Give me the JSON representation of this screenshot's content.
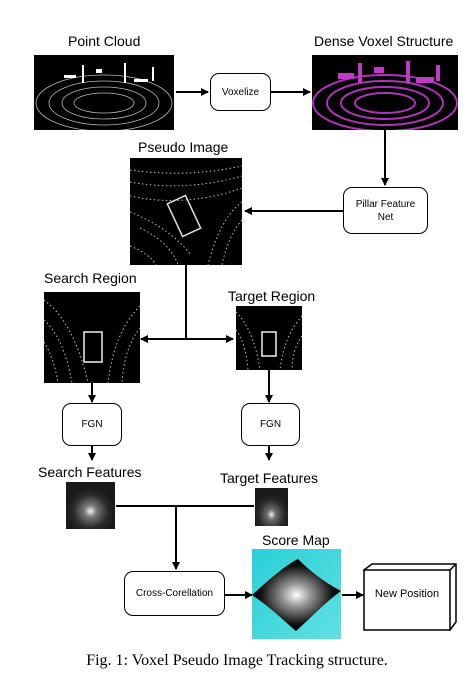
{
  "labels": {
    "point_cloud": "Point Cloud",
    "dense_voxel": "Dense Voxel Structure",
    "pseudo_image": "Pseudo Image",
    "search_region": "Search Region",
    "target_region": "Target Region",
    "search_features": "Search Features",
    "target_features": "Target Features",
    "score_map": "Score Map"
  },
  "boxes": {
    "voxelize": "Voxelize",
    "pillar_line1": "Pillar Feature",
    "pillar_line2": "Net",
    "fgn_search": "FGN",
    "fgn_target": "FGN",
    "cross_correlation": "Cross-Corellation",
    "new_position": "New Position"
  },
  "caption": "Fig. 1: Voxel Pseudo Image Tracking structure.",
  "colors": {
    "dense_voxel_tint": "#c03ac8",
    "score_map_bg": "#29d0d6"
  }
}
